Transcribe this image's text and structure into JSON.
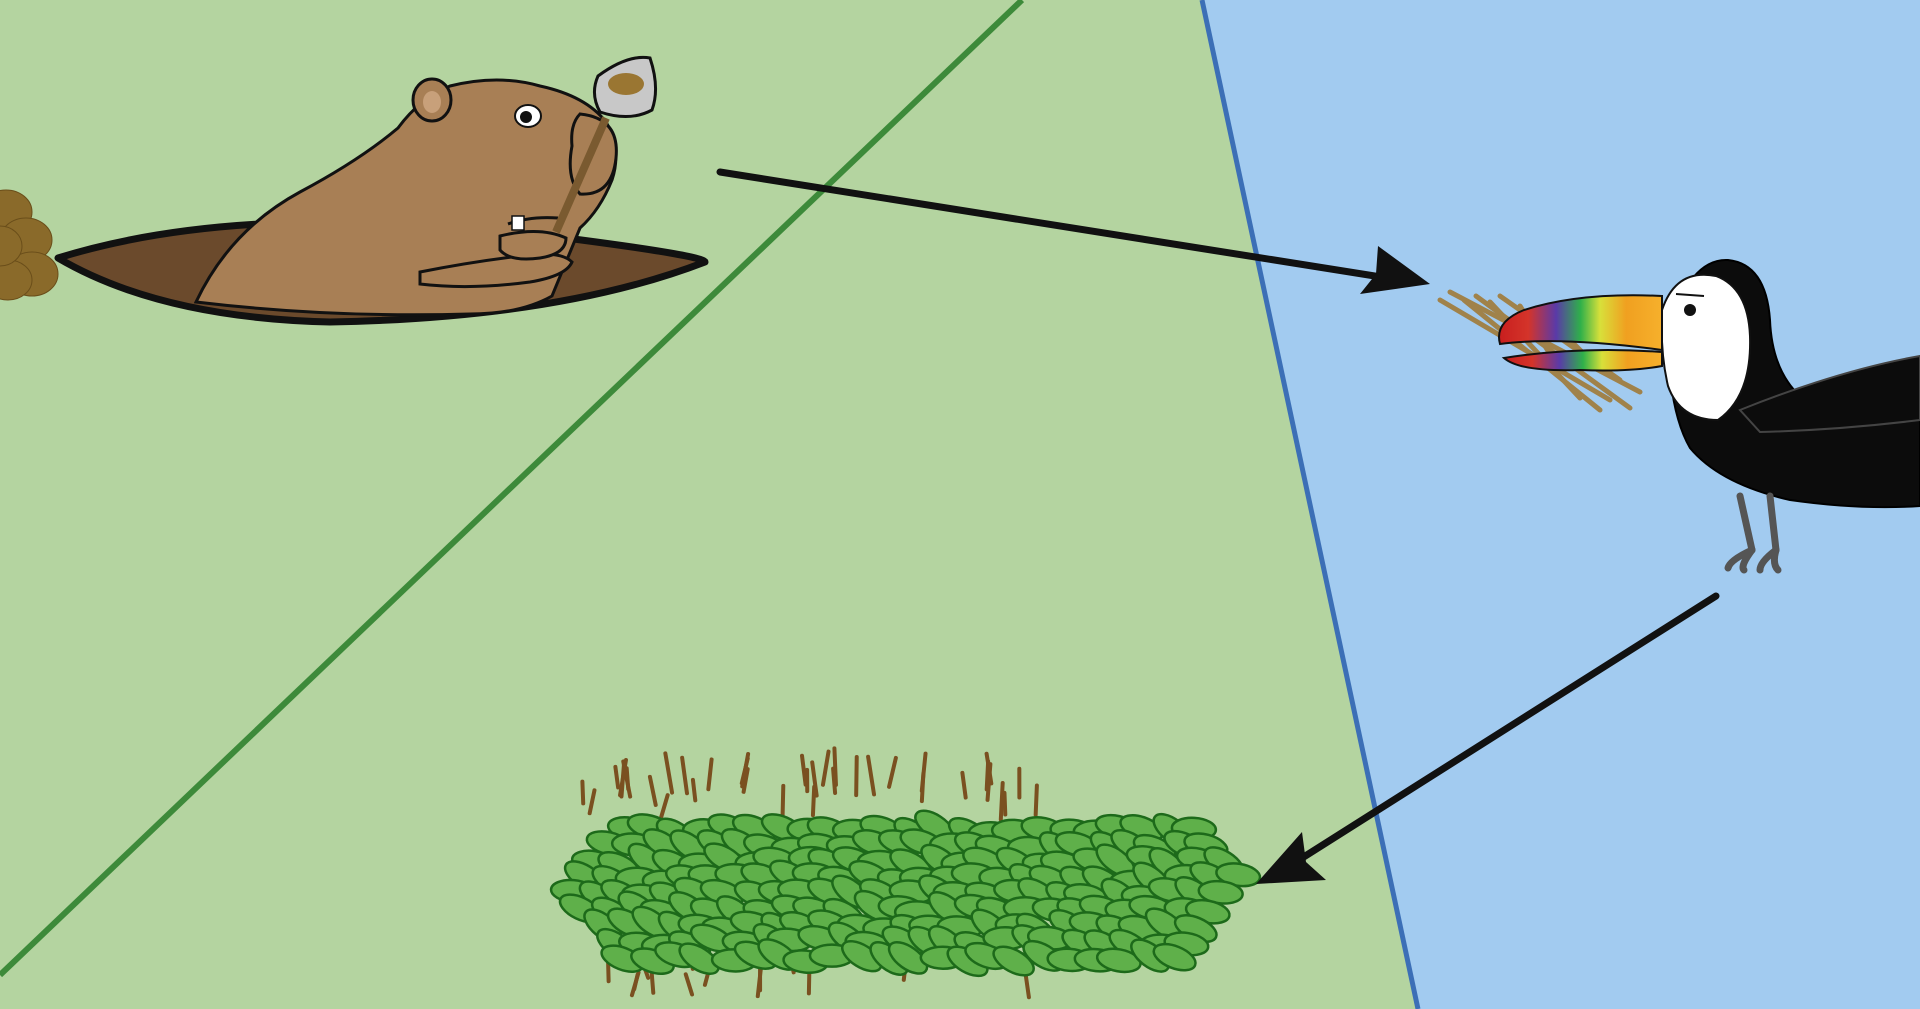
{
  "colors": {
    "top_border": "#e8a04a",
    "land_region": "#b4d4a0",
    "air_region": "#a2cbf0",
    "land_boundary_line": "#3d8a3a",
    "air_boundary_line": "#3c6fb6",
    "arrow": "#111111",
    "gopher_fur": "#a87f55",
    "burrow_hole": "#6b4a2c",
    "dirt_pile": "#8a6a2a",
    "leaf_green": "#5fb04a",
    "leaf_outline": "#1d6a1a",
    "twig_brown": "#7a5020",
    "toucan_body": "#0c0c0c"
  },
  "scene": {
    "regions": [
      "land",
      "air"
    ],
    "figures": [
      "gopher-digging-in-burrow",
      "dirt-pile",
      "toucan-with-twigs-in-beak",
      "leaf-pile"
    ],
    "arrows": [
      "gopher-to-toucan",
      "toucan-to-leaf-pile"
    ]
  }
}
